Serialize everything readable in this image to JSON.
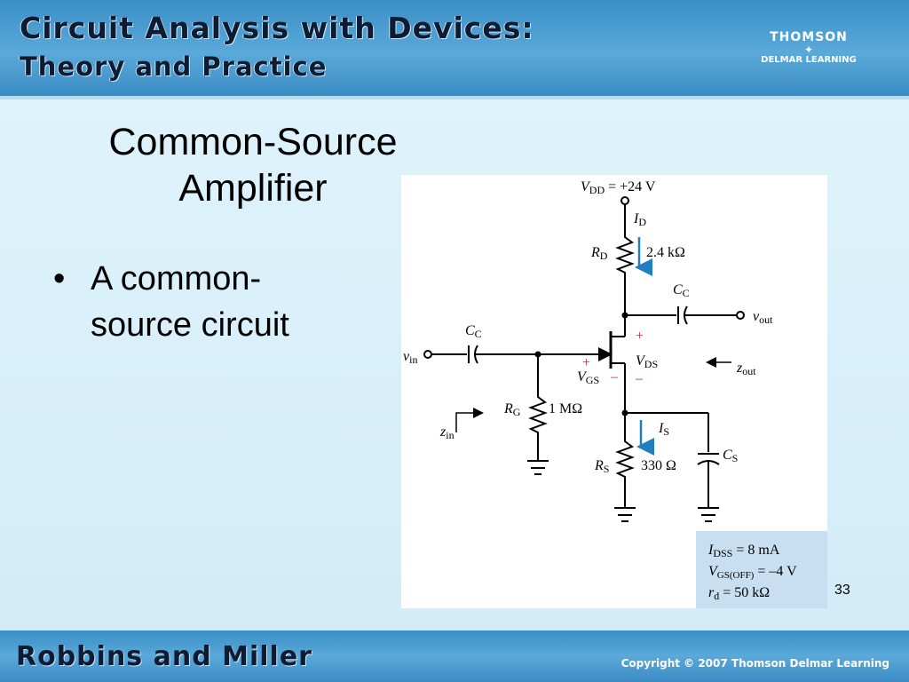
{
  "header": {
    "line1": "Circuit Analysis with Devices:",
    "line2": "Theory and Practice",
    "logo_line1": "THOMSON",
    "logo_star": "✦",
    "logo_line2": "DELMAR LEARNING"
  },
  "slide": {
    "title_line1": "Common-Source",
    "title_line2": "Amplifier",
    "bullet_marker": "•",
    "bullet_text": "A common-source circuit",
    "page_number": "33"
  },
  "circuit": {
    "vdd": "= +24 V",
    "id_label": "I",
    "id_sub": "D",
    "rd_label": "R",
    "rd_sub": "D",
    "rd_value": "2.4 kΩ",
    "cc_label": "C",
    "cc_sub": "C",
    "vout_label": "v",
    "vout_sub": "out",
    "vin_label": "v",
    "vin_sub": "in",
    "vds_label": "V",
    "vds_sub": "DS",
    "zout_label": "z",
    "zout_sub": "out",
    "vgs_label": "V",
    "vgs_sub": "GS",
    "rg_label": "R",
    "rg_sub": "G",
    "rg_value": "1 MΩ",
    "zin_label": "z",
    "zin_sub": "in",
    "is_label": "I",
    "is_sub": "S",
    "cs_label": "C",
    "cs_sub": "S",
    "rs_label": "R",
    "rs_sub": "S",
    "rs_value": "330 Ω",
    "plus": "+",
    "minus": "–"
  },
  "params": {
    "idss": "= 8 mA",
    "vgsoff": "= –4 V",
    "rd": "= 50 kΩ"
  },
  "footer": {
    "authors": "Robbins and Miller",
    "copyright": "Copyright © 2007 Thomson Delmar Learning"
  },
  "colors": {
    "header_blue": "#3a8fc6",
    "background": "#d6f0fa",
    "arrow_blue": "#1f7fc0",
    "polarity_red": "#d0243c"
  }
}
